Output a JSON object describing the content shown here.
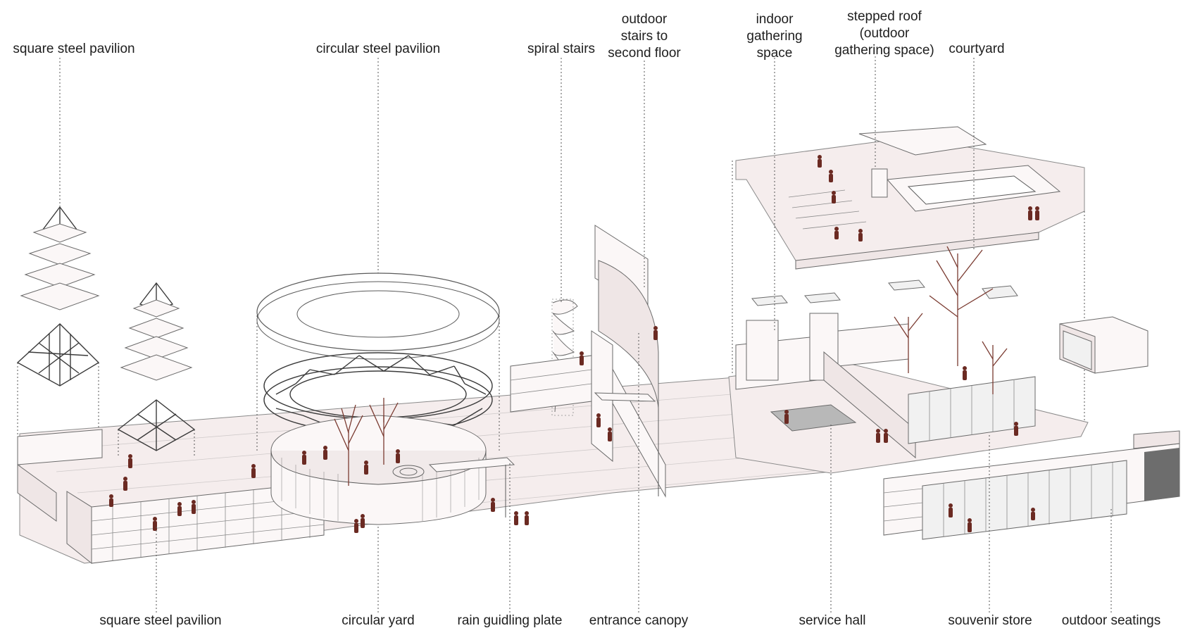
{
  "labels_top": [
    {
      "id": "square-steel-pavilion-top",
      "lines": [
        "square steel pavilion"
      ]
    },
    {
      "id": "circular-steel-pavilion",
      "lines": [
        "circular steel pavilion"
      ]
    },
    {
      "id": "spiral-stairs",
      "lines": [
        "spiral stairs"
      ]
    },
    {
      "id": "outdoor-stairs",
      "lines": [
        "outdoor",
        "stairs to",
        "second floor"
      ]
    },
    {
      "id": "indoor-gathering-space",
      "lines": [
        "indoor",
        "gathering",
        "space"
      ]
    },
    {
      "id": "stepped-roof",
      "lines": [
        "stepped roof",
        "(outdoor",
        "gathering space)"
      ]
    },
    {
      "id": "courtyard",
      "lines": [
        "courtyard"
      ]
    }
  ],
  "labels_bottom": [
    {
      "id": "square-steel-pavilion-bottom",
      "lines": [
        "square steel pavilion"
      ]
    },
    {
      "id": "circular-yard",
      "lines": [
        "circular yard"
      ]
    },
    {
      "id": "rain-guiding-plate",
      "lines": [
        "rain guidling plate"
      ]
    },
    {
      "id": "entrance-canopy",
      "lines": [
        "entrance canopy"
      ]
    },
    {
      "id": "service-hall",
      "lines": [
        "service hall"
      ]
    },
    {
      "id": "souvenir-store",
      "lines": [
        "souvenir store"
      ]
    },
    {
      "id": "outdoor-seatings",
      "lines": [
        "outdoor seatings"
      ]
    }
  ],
  "colors": {
    "accent_figures": "#6b2a22",
    "ground_tint": "#f5eded",
    "line": "#5a5a5a",
    "label_text": "#1e1e1e"
  }
}
